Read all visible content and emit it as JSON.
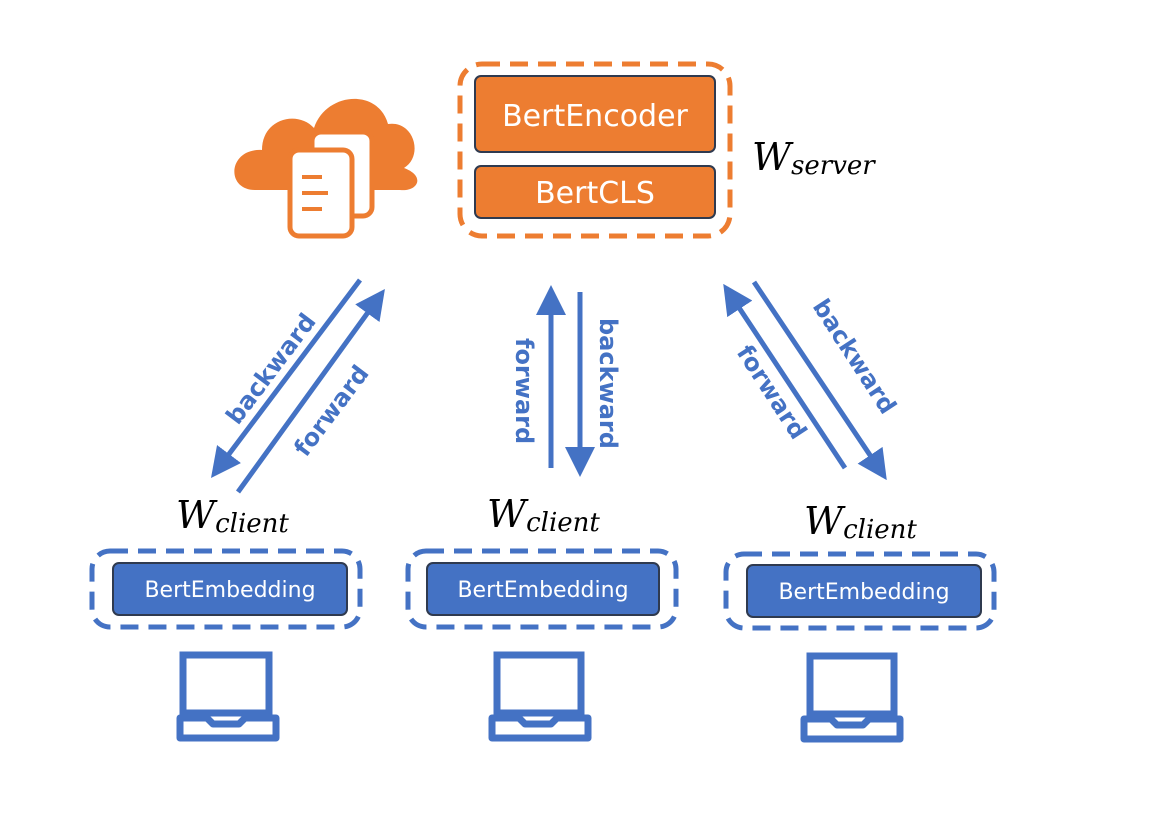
{
  "colors": {
    "orange": "#ED7D31",
    "blue": "#4472C4",
    "dark_blue_border": "#2F3A4F"
  },
  "server": {
    "encoder_label": "BertEncoder",
    "cls_label": "BertCLS",
    "weight_symbol": "W",
    "weight_subscript": "server"
  },
  "cloud": {
    "icon": "cloud-documents-icon"
  },
  "links": {
    "left": {
      "backward": "backward",
      "forward": "forward"
    },
    "middle": {
      "backward": "backward",
      "forward": "forward"
    },
    "right": {
      "backward": "backward",
      "forward": "forward"
    }
  },
  "clients": [
    {
      "weight_symbol": "W",
      "weight_subscript": "client",
      "embedding_label": "BertEmbedding",
      "icon": "laptop-icon"
    },
    {
      "weight_symbol": "W",
      "weight_subscript": "client",
      "embedding_label": "BertEmbedding",
      "icon": "laptop-icon"
    },
    {
      "weight_symbol": "W",
      "weight_subscript": "client",
      "embedding_label": "BertEmbedding",
      "icon": "laptop-icon"
    }
  ]
}
